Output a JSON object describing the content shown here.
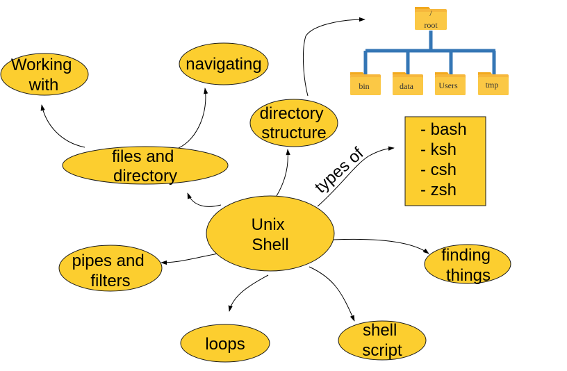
{
  "nodes": {
    "unix_shell": [
      "Unix",
      "Shell"
    ],
    "files_and_directory": [
      "files and",
      "directory"
    ],
    "working_with": [
      "Working",
      "with"
    ],
    "navigating": [
      "navigating"
    ],
    "directory_structure": [
      "directory",
      "structure"
    ],
    "pipes_and_filters": [
      "pipes and",
      "filters"
    ],
    "finding_things": [
      "finding",
      "things"
    ],
    "loops": [
      "loops"
    ],
    "shell_script": [
      "shell",
      "script"
    ]
  },
  "edge_labels": {
    "types_of": "types of"
  },
  "shell_types": [
    "- bash",
    "- ksh",
    "- csh",
    "- zsh"
  ],
  "tree": {
    "root": {
      "slash": "/",
      "name": "root"
    },
    "children": [
      "bin",
      "data",
      "Users",
      "tmp"
    ]
  },
  "colors": {
    "node_fill": "#fcce2f",
    "tree_line": "#3476b5",
    "folder": "#fbc845"
  }
}
